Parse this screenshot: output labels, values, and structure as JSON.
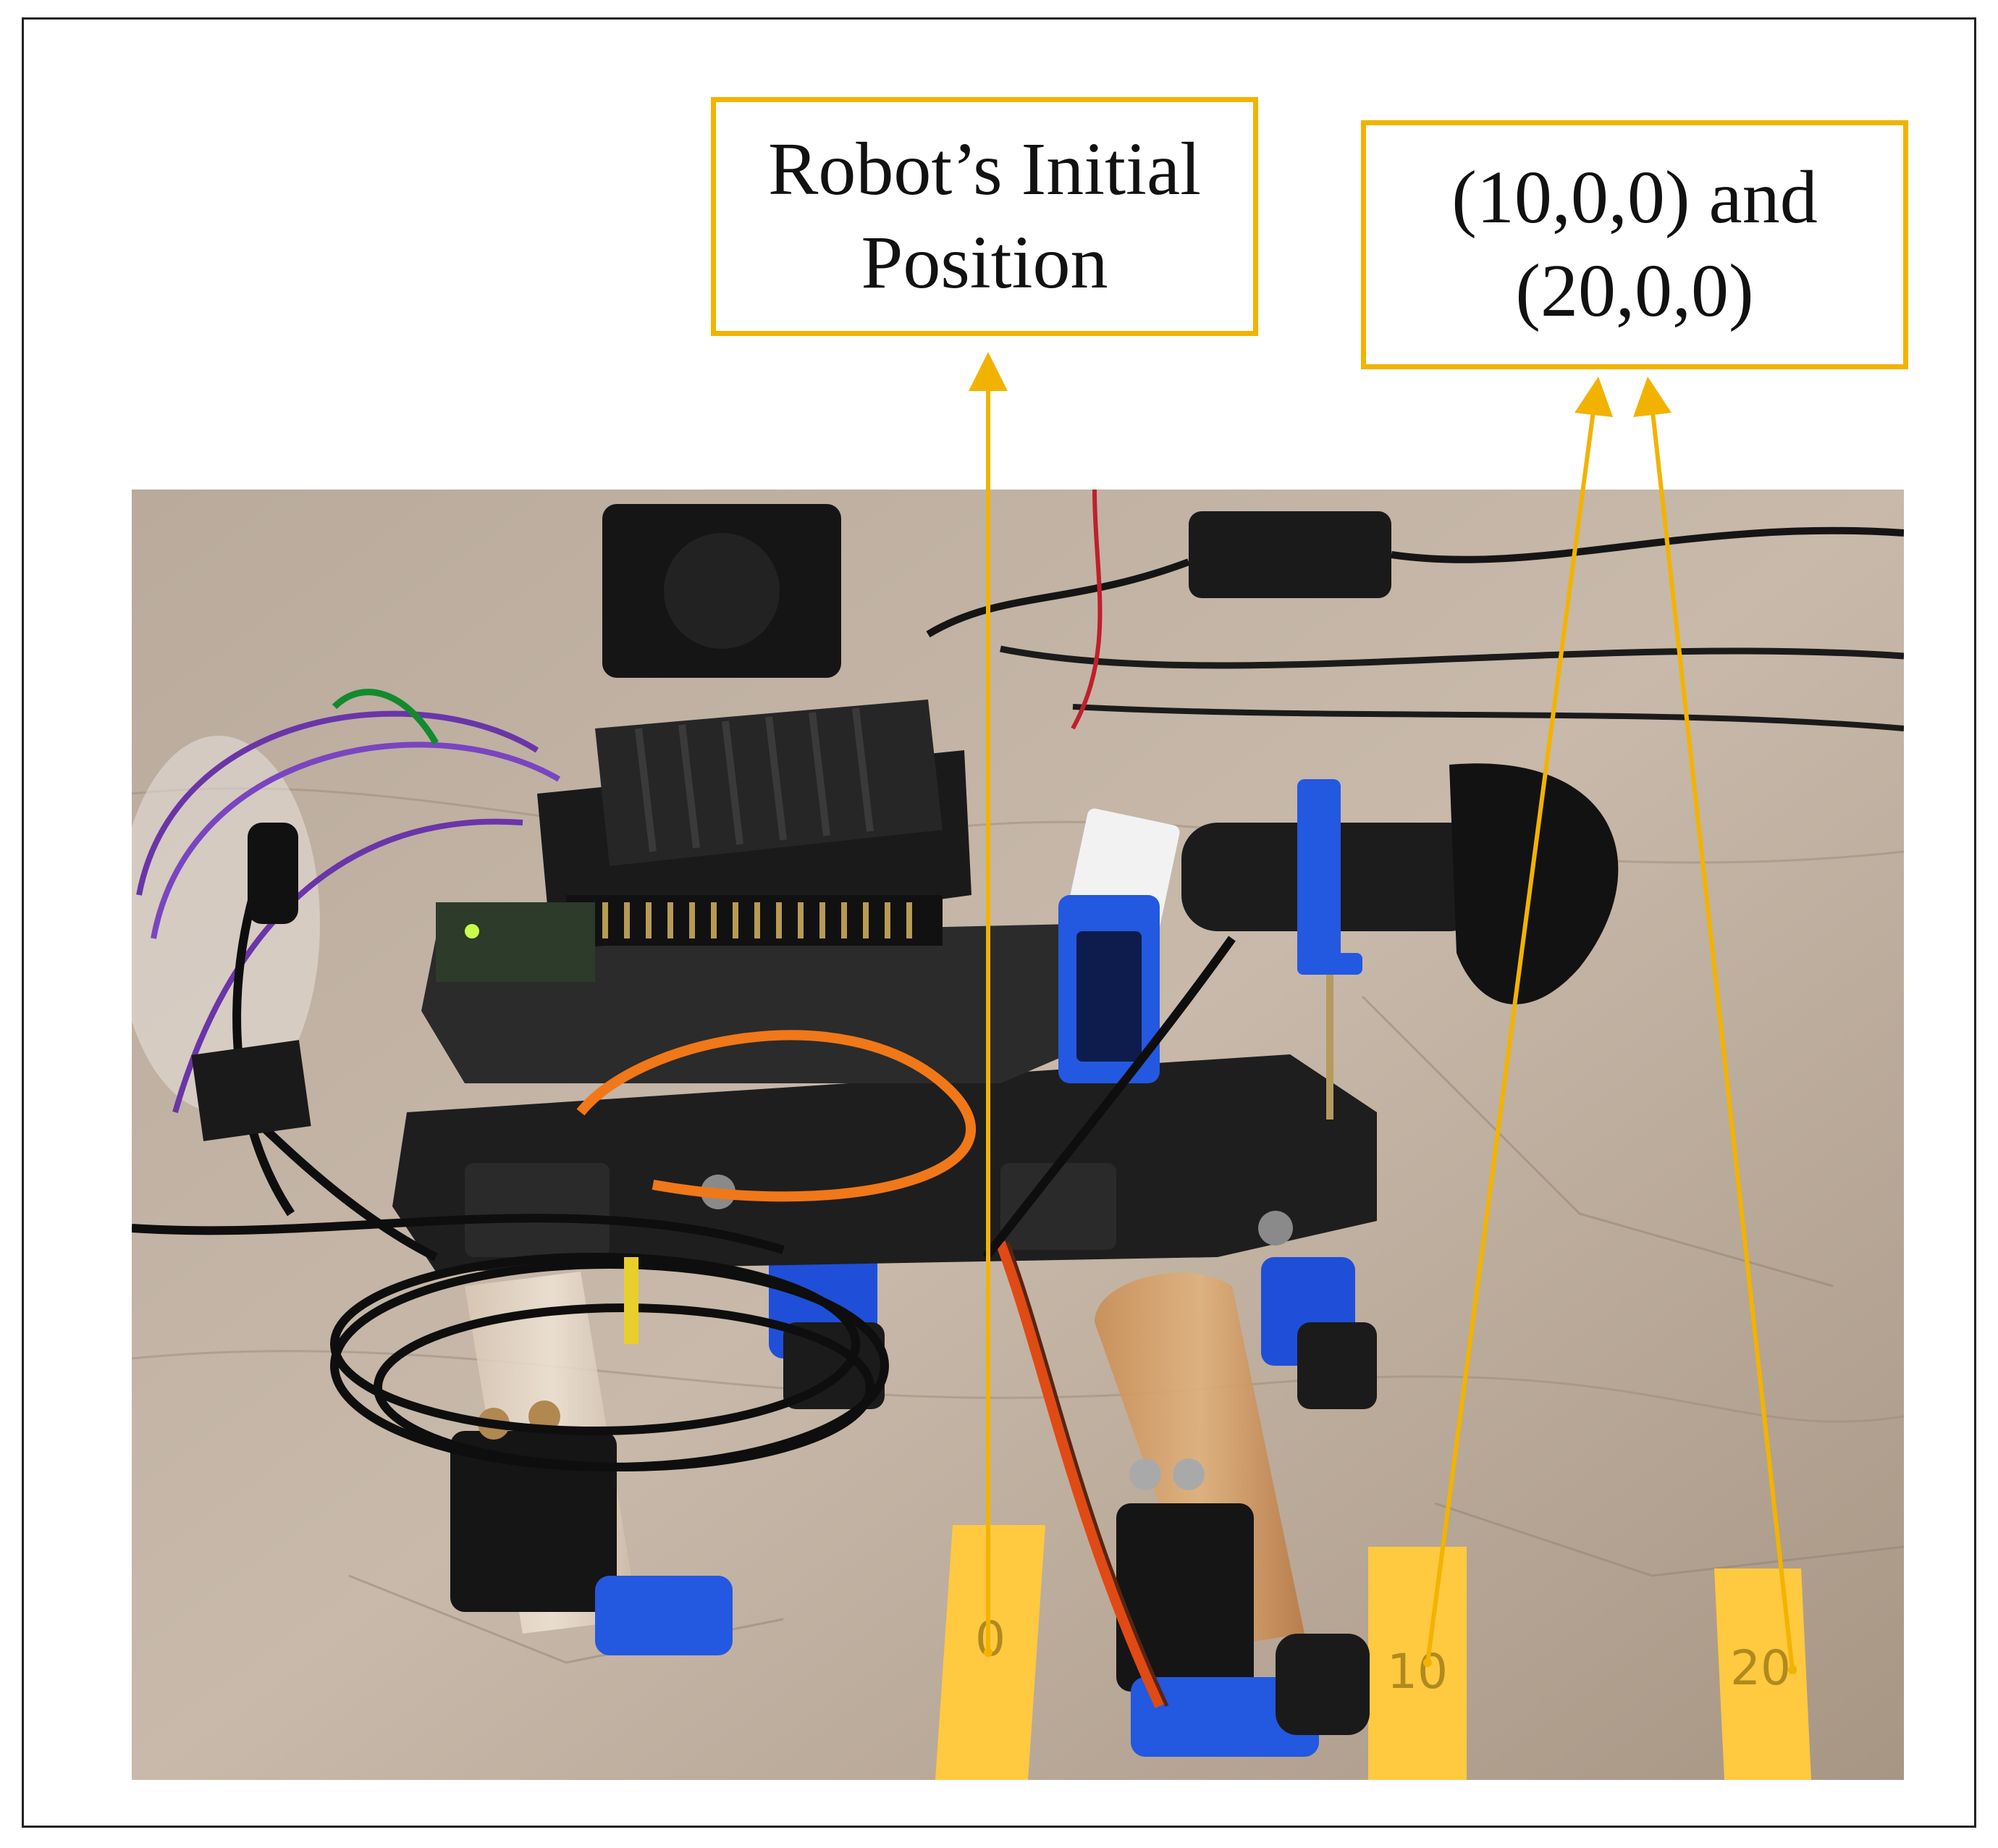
{
  "callouts": {
    "initial_position": {
      "line1": "Robot’s Initial",
      "line2": "Position"
    },
    "target_positions": {
      "line1": "(10,0,0) and",
      "line2": "(20,0,0)"
    }
  },
  "floor_markers": {
    "m0": "0",
    "m10": "10",
    "m20": "20"
  },
  "colors": {
    "accent": "#f2b300",
    "marker_tape": "#ffc940",
    "robot_body": "#1c1c1c",
    "servo_bracket": "#1f4fd8"
  }
}
